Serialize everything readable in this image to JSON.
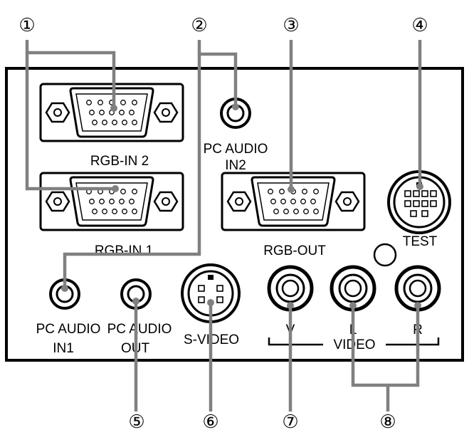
{
  "callouts": {
    "c1": "①",
    "c2": "②",
    "c3": "③",
    "c4": "④",
    "c5": "⑤",
    "c6": "⑥",
    "c7": "⑦",
    "c8": "⑧"
  },
  "labels": {
    "rgb_in2": "RGB-IN 2",
    "rgb_in1": "RGB-IN 1",
    "pc_audio_in2_line1": "PC AUDIO",
    "pc_audio_in2_line2": "IN2",
    "rgb_out": "RGB-OUT",
    "test": "TEST",
    "pc_audio_in1_line1": "PC AUDIO",
    "pc_audio_in1_line2": "IN1",
    "pc_audio_out_line1": "PC AUDIO",
    "pc_audio_out_line2": "OUT",
    "s_video": "S-VIDEO",
    "v": "V",
    "l": "L",
    "r": "R",
    "video": "VIDEO"
  },
  "colors": {
    "panel_border": "#000000",
    "leader_lines": "#808080",
    "background": "#ffffff"
  },
  "icons": {
    "vga_connector": "vga-d-sub-15-pin-icon",
    "audio_jack": "mini-jack-icon",
    "s_video": "mini-din-4-pin-icon",
    "test_port": "mini-din-8-pin-icon",
    "rca_jack": "rca-jack-icon"
  }
}
